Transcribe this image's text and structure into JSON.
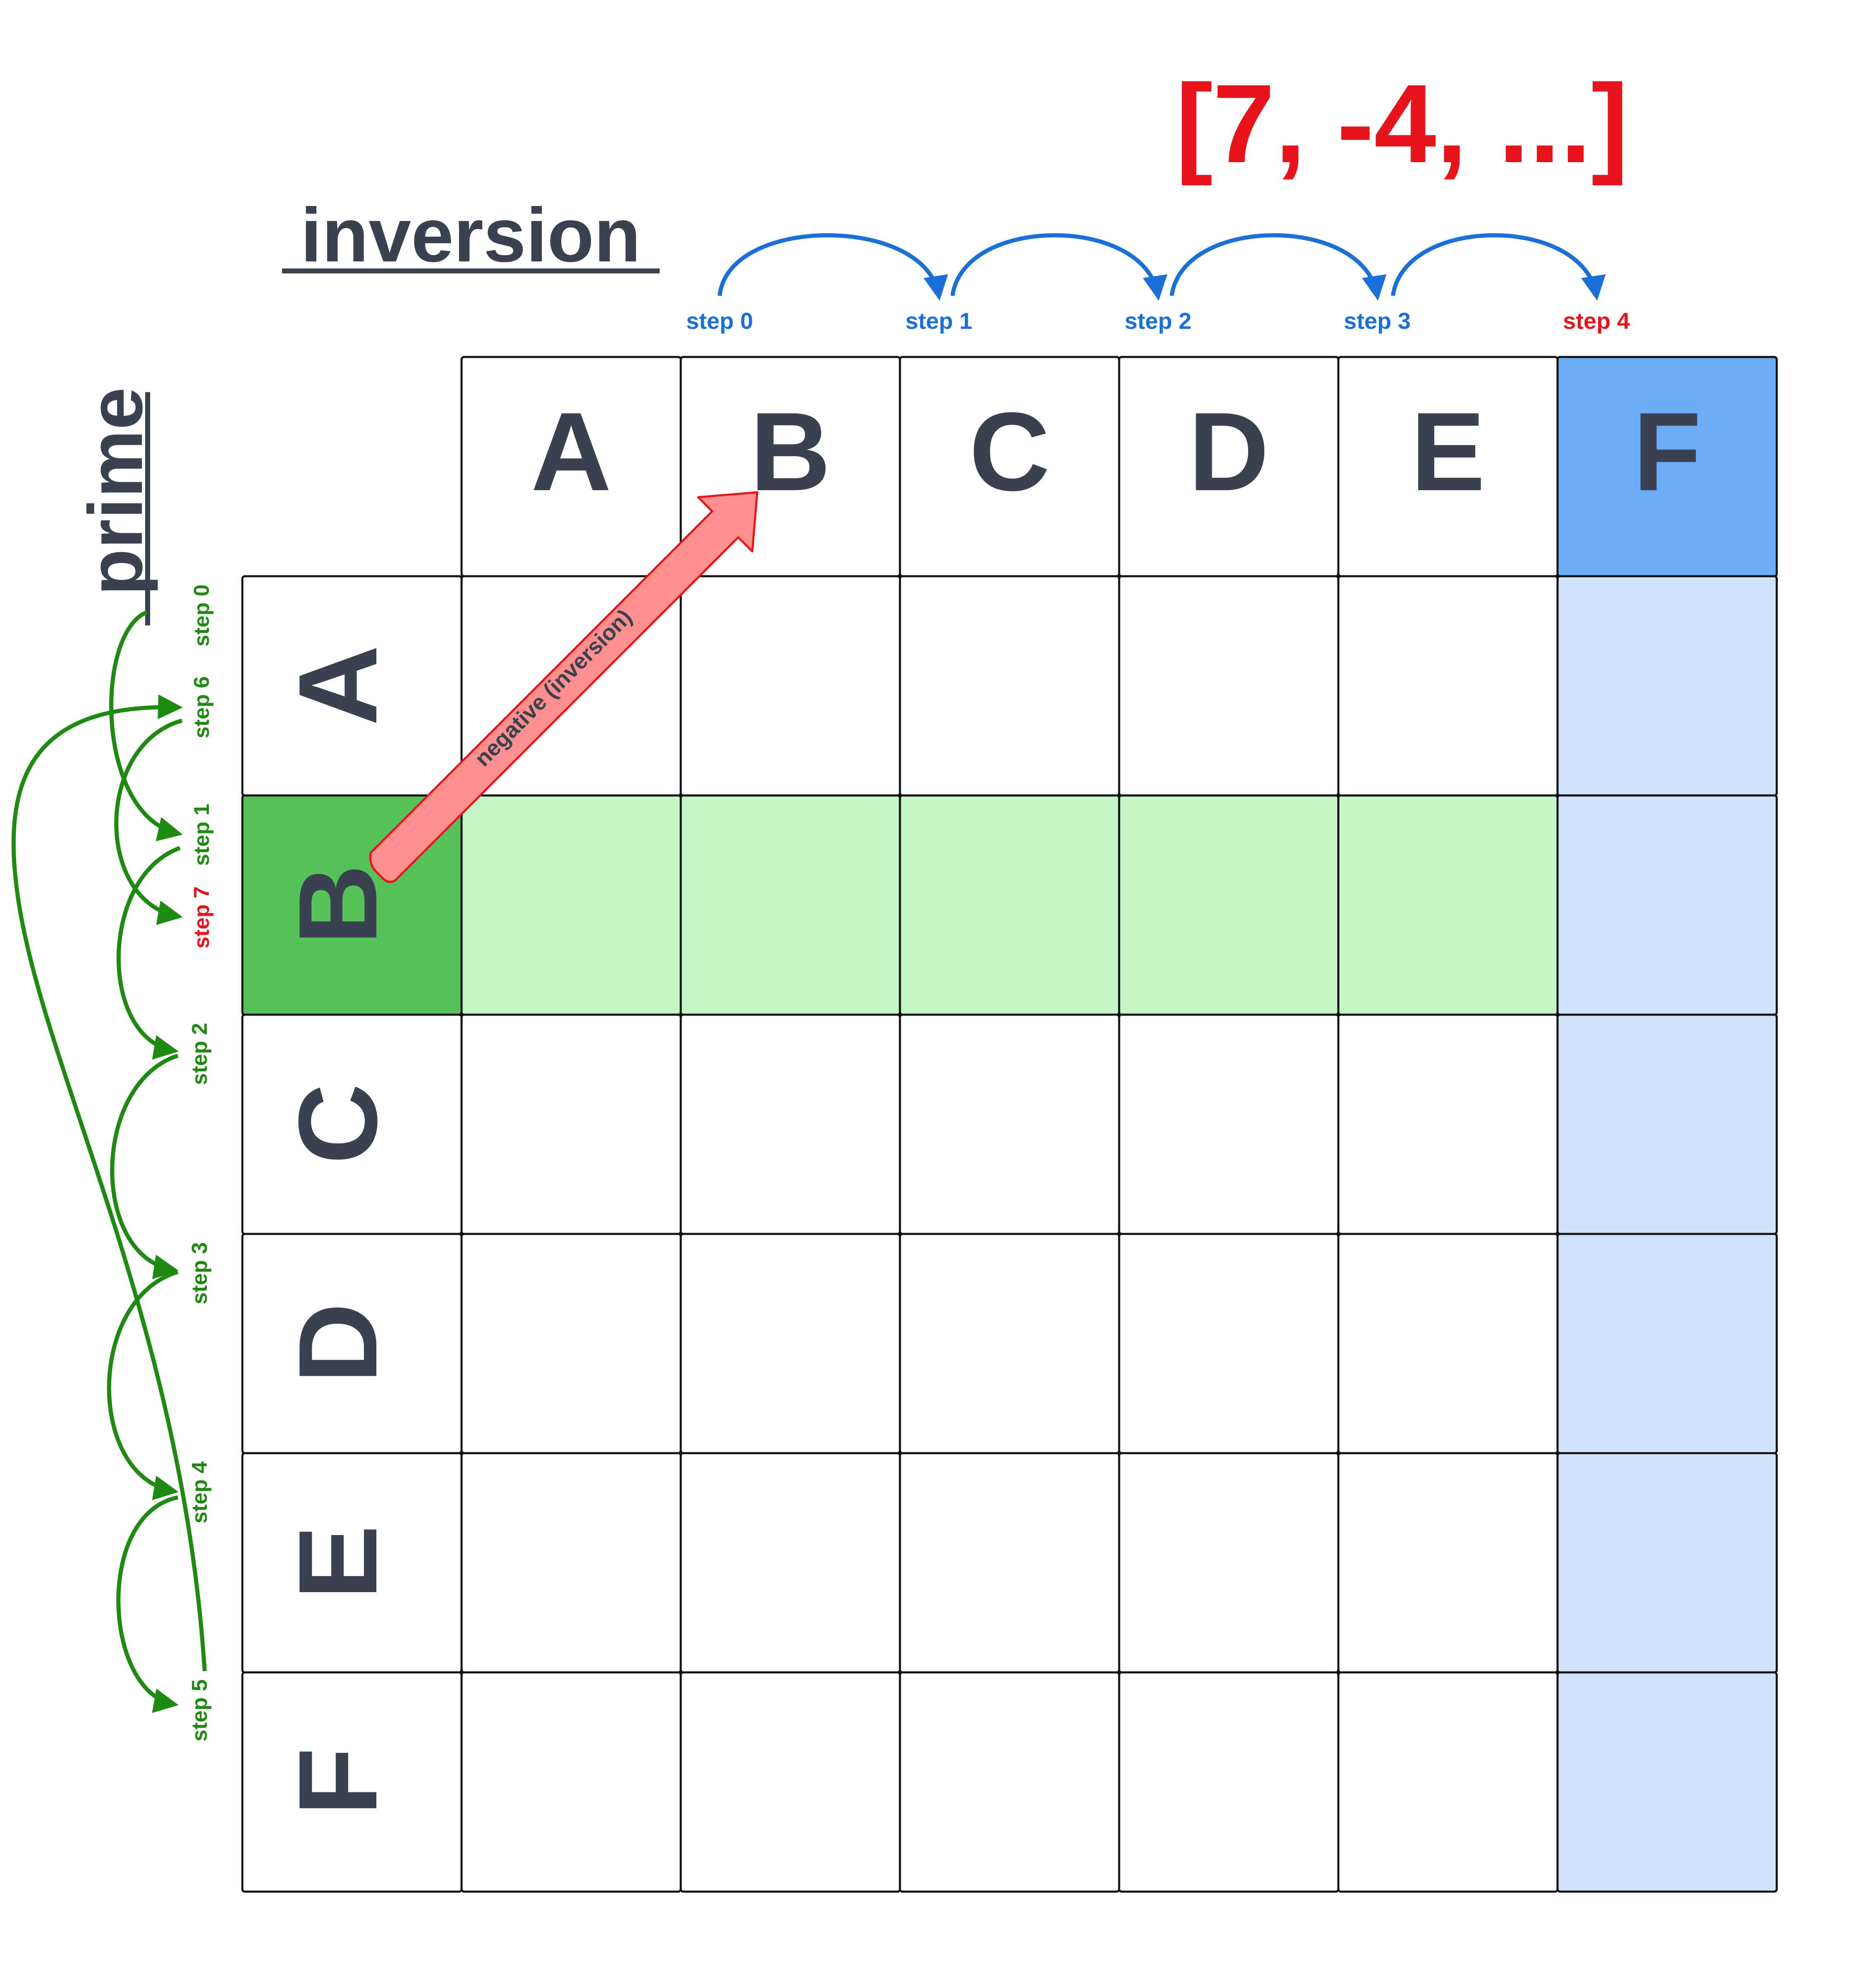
{
  "result": "[7, -4, ...]",
  "inversion_label": "inversion",
  "prime_label": "prime",
  "columns": [
    "A",
    "B",
    "C",
    "D",
    "E",
    "F"
  ],
  "rows": [
    "A",
    "B",
    "C",
    "D",
    "E",
    "F"
  ],
  "highlight": {
    "column": "F",
    "row": "B"
  },
  "top_steps": [
    {
      "label": "step 0",
      "column": "B",
      "final": false
    },
    {
      "label": "step 1",
      "column": "C",
      "final": false
    },
    {
      "label": "step 2",
      "column": "D",
      "final": false
    },
    {
      "label": "step 3",
      "column": "E",
      "final": false
    },
    {
      "label": "step 4",
      "column": "F",
      "final": true
    }
  ],
  "left_steps": [
    {
      "label": "step 0",
      "row": "A",
      "final": false
    },
    {
      "label": "step 6",
      "row": "A",
      "final": false
    },
    {
      "label": "step 1",
      "row": "B",
      "final": false
    },
    {
      "label": "step 7",
      "row": "B",
      "final": true
    },
    {
      "label": "step 2",
      "row": "C",
      "final": false
    },
    {
      "label": "step 3",
      "row": "D",
      "final": false
    },
    {
      "label": "step 4",
      "row": "E",
      "final": false
    },
    {
      "label": "step 5",
      "row": "F",
      "final": false
    }
  ],
  "negative_arrow_label": "negative (inversion)",
  "colors": {
    "red": "#e8141b",
    "blue": "#1a6fd8",
    "green": "#1f8a12",
    "text": "#3a4250",
    "column_highlight": "#6cadf8",
    "column_highlight_light": "#cfe3fc",
    "row_highlight": "#55c25a",
    "row_highlight_light": "#c3f5c6",
    "arrow_fill": "#ff8e8e",
    "arrow_stroke": "#e8141b"
  },
  "icons": {
    "negative_arrow": "up-right-arrow-icon"
  }
}
